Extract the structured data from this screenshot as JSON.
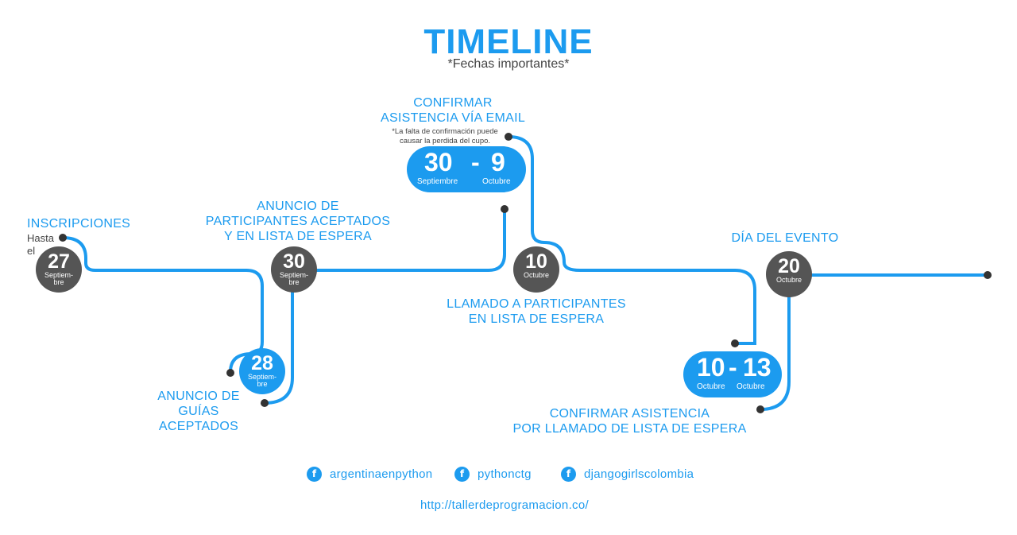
{
  "title": "TIMELINE",
  "subtitle": "*Fechas importantes*",
  "colors": {
    "accent": "#1c9bef",
    "date_gray": "#555555",
    "dot": "#333333"
  },
  "events": {
    "inscripciones": {
      "label": "INSCRIPCIONES",
      "prefix_line1": "Hasta",
      "prefix_line2": "el",
      "day": "27",
      "month_line1": "Septiem-",
      "month_line2": "bre"
    },
    "guias": {
      "label_line1": "ANUNCIO DE",
      "label_line2": "GUÍAS",
      "label_line3": "ACEPTADOS",
      "day": "28",
      "month_line1": "Septiem-",
      "month_line2": "bre"
    },
    "participantes": {
      "label_line1": "ANUNCIO DE",
      "label_line2": "PARTICIPANTES ACEPTADOS",
      "label_line3": "Y EN LISTA DE ESPERA",
      "day": "30",
      "month_line1": "Septiem-",
      "month_line2": "bre"
    },
    "confirmar_email": {
      "label_line1": "CONFIRMAR",
      "label_line2": "ASISTENCIA VÍA EMAIL",
      "note_line1": "*La falta de confirmación puede",
      "note_line2": "causar la perdida del cupo.",
      "start_day": "30",
      "separator": "-",
      "end_day": "9",
      "start_month": "Septiembre",
      "end_month": "Octubre"
    },
    "llamado": {
      "label_line1": "LLAMADO A PARTICIPANTES",
      "label_line2": "EN LISTA DE ESPERA",
      "day": "10",
      "month": "Octubre"
    },
    "confirmar_lista": {
      "label_line1": "CONFIRMAR ASISTENCIA",
      "label_line2": "POR LLAMADO DE LISTA DE ESPERA",
      "start_day": "10",
      "separator": "-",
      "end_day": "13",
      "start_month": "Octubre",
      "end_month": "Octubre"
    },
    "evento": {
      "label": "DÍA DEL EVENTO",
      "day": "20",
      "month": "Octubre"
    }
  },
  "social": [
    {
      "icon": "facebook-icon",
      "glyph": "f",
      "name": "argentinaenpython"
    },
    {
      "icon": "facebook-icon",
      "glyph": "f",
      "name": "pythonctg"
    },
    {
      "icon": "facebook-icon",
      "glyph": "f",
      "name": "djangogirlscolombia"
    }
  ],
  "url": "http://tallerdeprogramacion.co/"
}
